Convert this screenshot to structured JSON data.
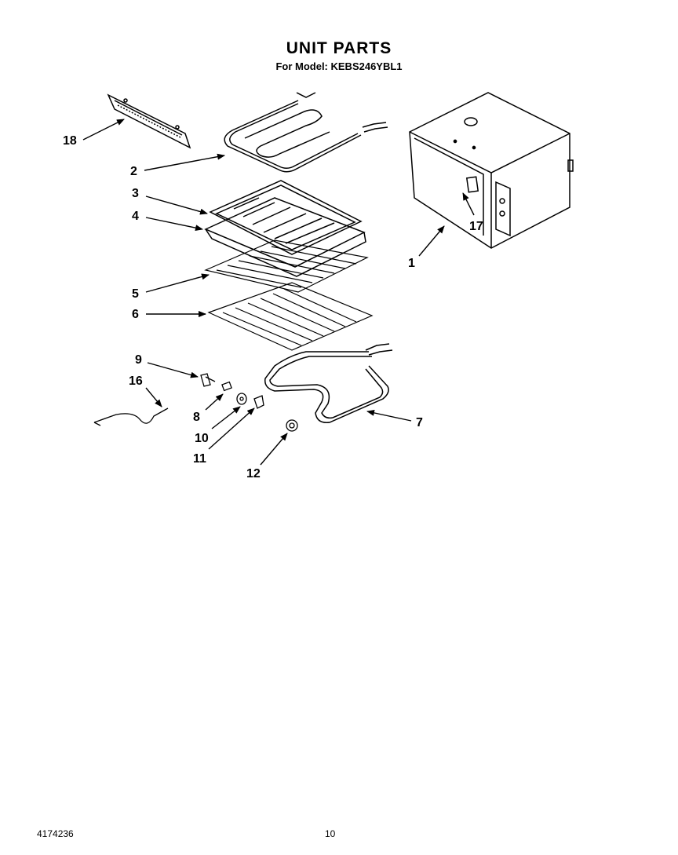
{
  "header": {
    "title": "UNIT PARTS",
    "subtitle": "For Model: KEBS246YBL1"
  },
  "callouts": [
    {
      "id": "1",
      "label": "1"
    },
    {
      "id": "2",
      "label": "2"
    },
    {
      "id": "3",
      "label": "3"
    },
    {
      "id": "4",
      "label": "4"
    },
    {
      "id": "5",
      "label": "5"
    },
    {
      "id": "6",
      "label": "6"
    },
    {
      "id": "7",
      "label": "7"
    },
    {
      "id": "8",
      "label": "8"
    },
    {
      "id": "9",
      "label": "9"
    },
    {
      "id": "10",
      "label": "10"
    },
    {
      "id": "11",
      "label": "11"
    },
    {
      "id": "12",
      "label": "12"
    },
    {
      "id": "16",
      "label": "16"
    },
    {
      "id": "17",
      "label": "17"
    },
    {
      "id": "18",
      "label": "18"
    }
  ],
  "footer": {
    "doc_number": "4174236",
    "page_number": "10"
  }
}
